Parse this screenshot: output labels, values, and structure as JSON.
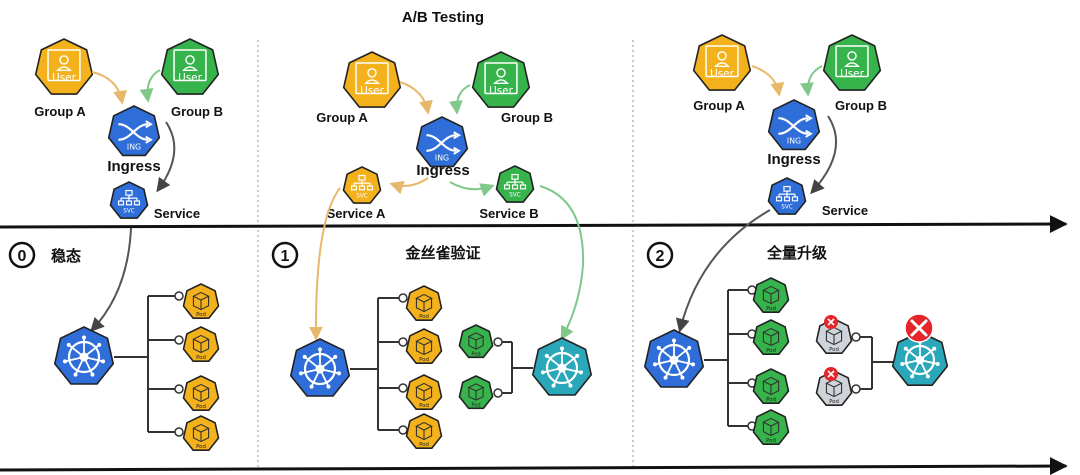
{
  "title": "A/B Testing",
  "colors": {
    "orange": "#f3b11c",
    "orange_arrow": "#e8b86a",
    "green": "#36b34a",
    "green_arrow": "#7fc88a",
    "blue": "#2f6ed8",
    "teal": "#2aa7b8",
    "gray": "#cfd4da",
    "red": "#e5252a",
    "dark": "#222222"
  },
  "icon_text": {
    "user": "User",
    "ingress": "ING",
    "service": "SVC",
    "pod": "Pod"
  },
  "panels": [
    {
      "badge": "0",
      "stage_label": "稳态",
      "group_a": "Group A",
      "group_b": "Group B",
      "ingress": "Ingress",
      "service": "Service"
    },
    {
      "badge": "1",
      "stage_label": "金丝雀验证",
      "group_a": "Group A",
      "group_b": "Group B",
      "ingress": "Ingress",
      "service_a": "Service A",
      "service_b": "Service B"
    },
    {
      "badge": "2",
      "stage_label": "全量升级",
      "group_a": "Group A",
      "group_b": "Group B",
      "ingress": "Ingress",
      "service": "Service"
    }
  ]
}
